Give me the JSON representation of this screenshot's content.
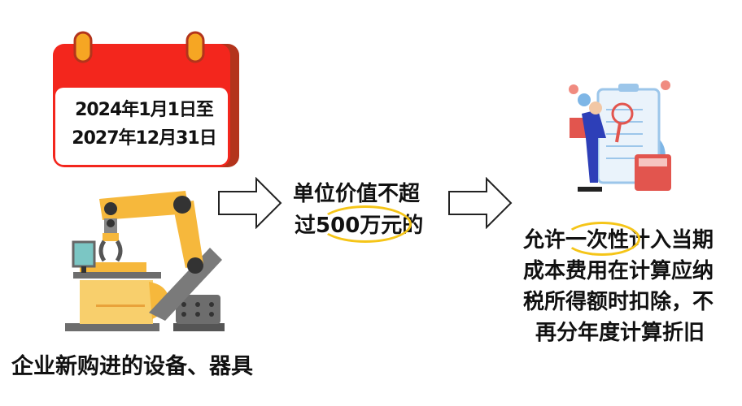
{
  "calendar": {
    "line1": "2024年1月1日至",
    "line2": "2027年12月31日"
  },
  "left_caption": "企业新购进的设备、器具",
  "middle": {
    "line1": "单位价值不超",
    "line2_pre": "过",
    "line2_highlight": "500万",
    "line2_post": "元的"
  },
  "right": {
    "line1_pre": "允许",
    "line1_highlight": "一次性",
    "line1_post": "计入当期",
    "line2": "成本费用在计算应纳",
    "line3": "税所得额时扣除，不",
    "line4": "再分年度计算折旧"
  },
  "colors": {
    "calendar_red": "#f3261d",
    "calendar_shadow": "#b3341c",
    "ring": "#f6a623",
    "highlight": "#f5c518",
    "robot_orange": "#f6b83c",
    "robot_gray": "#6d6d6d"
  }
}
